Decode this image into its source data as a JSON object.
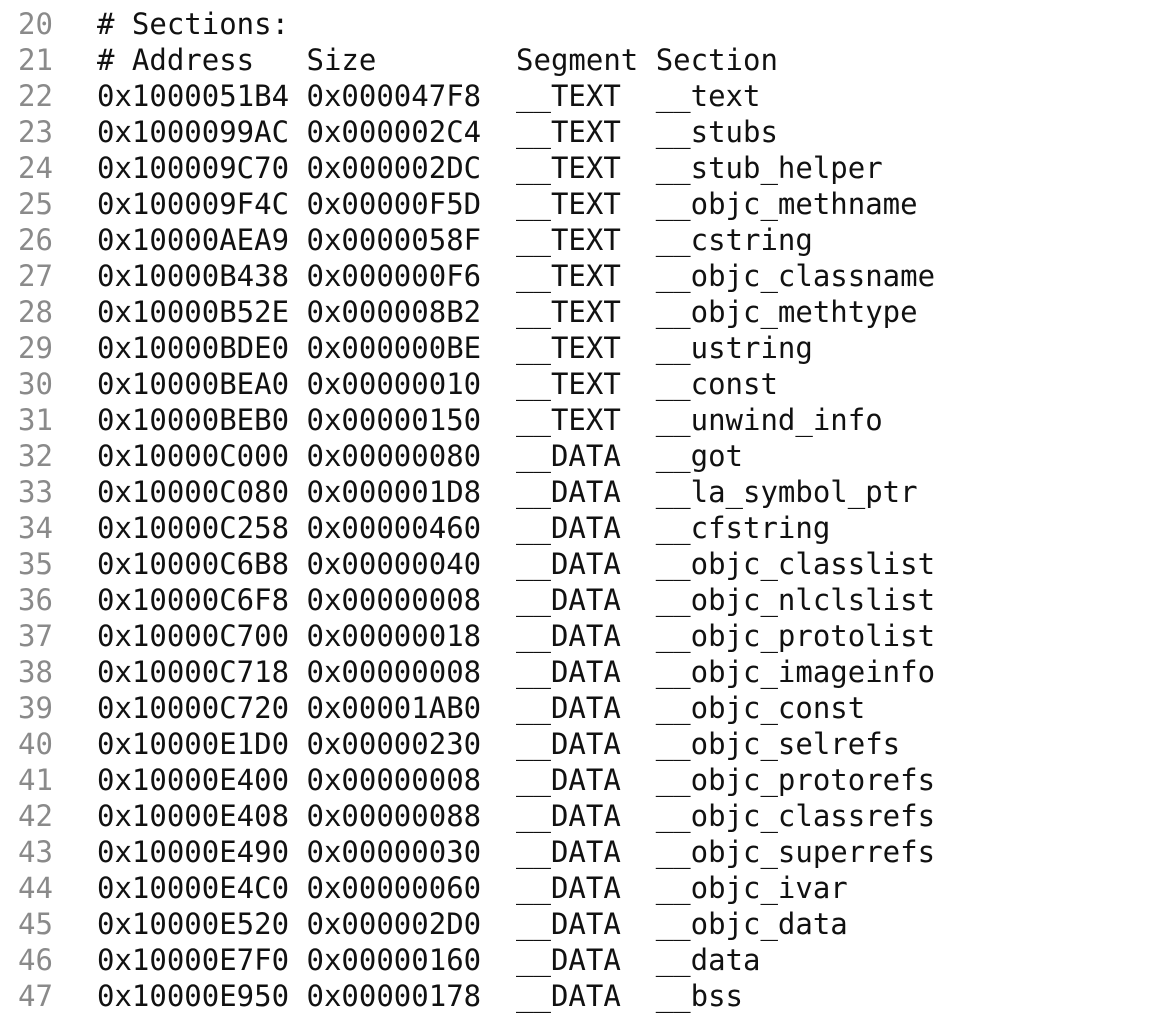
{
  "editor": {
    "lines": [
      {
        "num": "20",
        "text": "# Sections:"
      },
      {
        "num": "21",
        "text": "# Address   Size        Segment Section"
      },
      {
        "num": "22",
        "text": "0x1000051B4 0x000047F8  __TEXT  __text"
      },
      {
        "num": "23",
        "text": "0x1000099AC 0x000002C4  __TEXT  __stubs"
      },
      {
        "num": "24",
        "text": "0x100009C70 0x000002DC  __TEXT  __stub_helper"
      },
      {
        "num": "25",
        "text": "0x100009F4C 0x00000F5D  __TEXT  __objc_methname"
      },
      {
        "num": "26",
        "text": "0x10000AEA9 0x0000058F  __TEXT  __cstring"
      },
      {
        "num": "27",
        "text": "0x10000B438 0x000000F6  __TEXT  __objc_classname"
      },
      {
        "num": "28",
        "text": "0x10000B52E 0x000008B2  __TEXT  __objc_methtype"
      },
      {
        "num": "29",
        "text": "0x10000BDE0 0x000000BE  __TEXT  __ustring"
      },
      {
        "num": "30",
        "text": "0x10000BEA0 0x00000010  __TEXT  __const"
      },
      {
        "num": "31",
        "text": "0x10000BEB0 0x00000150  __TEXT  __unwind_info"
      },
      {
        "num": "32",
        "text": "0x10000C000 0x00000080  __DATA  __got"
      },
      {
        "num": "33",
        "text": "0x10000C080 0x000001D8  __DATA  __la_symbol_ptr"
      },
      {
        "num": "34",
        "text": "0x10000C258 0x00000460  __DATA  __cfstring"
      },
      {
        "num": "35",
        "text": "0x10000C6B8 0x00000040  __DATA  __objc_classlist"
      },
      {
        "num": "36",
        "text": "0x10000C6F8 0x00000008  __DATA  __objc_nlclslist"
      },
      {
        "num": "37",
        "text": "0x10000C700 0x00000018  __DATA  __objc_protolist"
      },
      {
        "num": "38",
        "text": "0x10000C718 0x00000008  __DATA  __objc_imageinfo"
      },
      {
        "num": "39",
        "text": "0x10000C720 0x00001AB0  __DATA  __objc_const"
      },
      {
        "num": "40",
        "text": "0x10000E1D0 0x00000230  __DATA  __objc_selrefs"
      },
      {
        "num": "41",
        "text": "0x10000E400 0x00000008  __DATA  __objc_protorefs"
      },
      {
        "num": "42",
        "text": "0x10000E408 0x00000088  __DATA  __objc_classrefs"
      },
      {
        "num": "43",
        "text": "0x10000E490 0x00000030  __DATA  __objc_superrefs"
      },
      {
        "num": "44",
        "text": "0x10000E4C0 0x00000060  __DATA  __objc_ivar"
      },
      {
        "num": "45",
        "text": "0x10000E520 0x000002D0  __DATA  __objc_data"
      },
      {
        "num": "46",
        "text": "0x10000E7F0 0x00000160  __DATA  __data"
      },
      {
        "num": "47",
        "text": "0x10000E950 0x00000178  __DATA  __bss"
      }
    ]
  },
  "colors": {
    "gutter_text": "#8a8a8a",
    "code_text": "#111111",
    "background": "#ffffff"
  }
}
